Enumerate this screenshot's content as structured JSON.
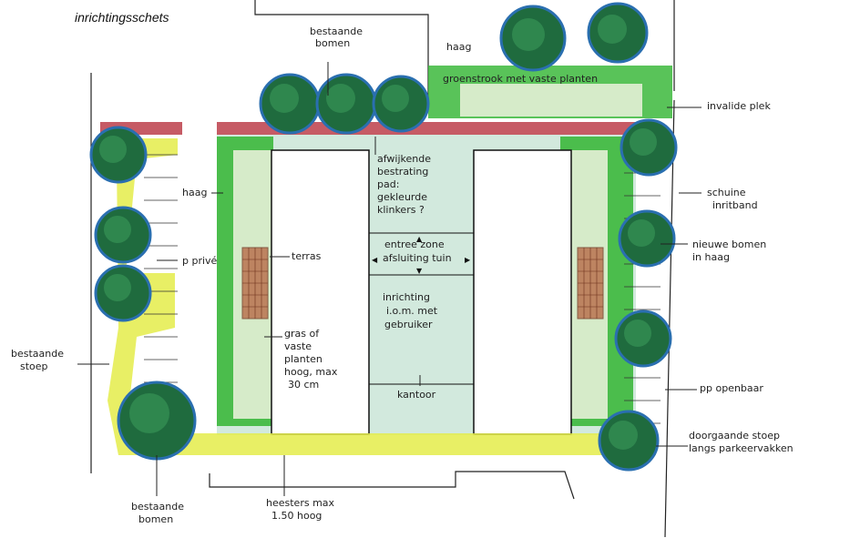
{
  "title": "inrichtingsschets",
  "labels": {
    "bestaande_bomen_top": [
      "bestaande",
      "bomen"
    ],
    "haag_top": "haag",
    "groenstrook": "groenstrook met vaste planten",
    "invalide": "invalide plek",
    "afwijkende": [
      "afwijkende",
      "bestrating",
      "pad:",
      "gekleurde",
      "klinkers ?"
    ],
    "haag_left": "haag",
    "schuine": [
      "schuine",
      "inritband"
    ],
    "terras": "terras",
    "entree": [
      "entree zone",
      "afsluiting tuin"
    ],
    "nieuwe_bomen": [
      "nieuwe bomen",
      "in haag"
    ],
    "p_prive": "p privé",
    "inrichting": [
      "inrichting",
      "i.o.m. met",
      "gebruiker"
    ],
    "gras": [
      "gras of",
      "vaste",
      "planten",
      "hoog, max",
      "30 cm"
    ],
    "bestaande_stoep": [
      "bestaande",
      "stoep"
    ],
    "pp_openbaar": "pp openbaar",
    "kantoor": "kantoor",
    "doorgaande": [
      "doorgaande stoep",
      "langs parkeervakken"
    ],
    "bestaande_bomen_bottom": [
      "bestaande",
      "bomen"
    ],
    "heesters": [
      "heesters max",
      "1.50 hoog"
    ]
  },
  "colors": {
    "hedge": "#3cb83c",
    "planting": "#d6ebc9",
    "path": "#e4ec4a",
    "paving": "#bfe0cf",
    "tree_dark": "#1f6b3e",
    "tree_light": "#3a9a5a",
    "tree_edge": "#2a6fb0",
    "wall_red": "#b8323f",
    "terrace": "#b5623f"
  },
  "icons": {
    "tree": "tree-icon",
    "terrace": "terrace-grid-icon"
  }
}
